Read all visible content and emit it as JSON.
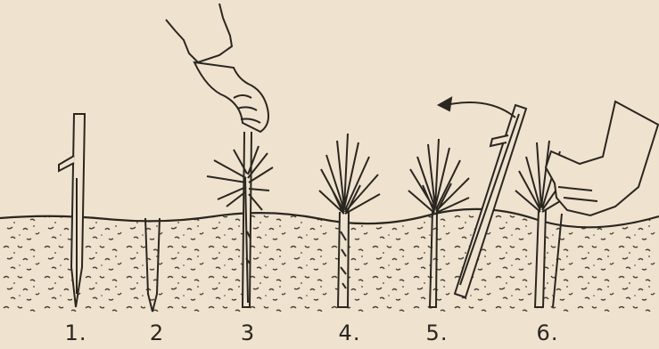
{
  "illustration": {
    "background_color": "#efe3cf",
    "ink_color": "#2a2620",
    "steps": [
      {
        "label": "1."
      },
      {
        "label": "2"
      },
      {
        "label": "3"
      },
      {
        "label": "4."
      },
      {
        "label": "5."
      },
      {
        "label": "6."
      }
    ]
  }
}
